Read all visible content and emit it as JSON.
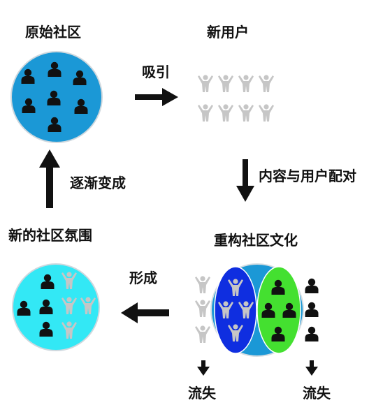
{
  "labels": {
    "original_community": "原始社区",
    "new_users": "新用户",
    "attract": "吸引",
    "content_user_matching": "内容与用户配对",
    "gradually_becomes": "逐渐变成",
    "new_community_atmosphere": "新的社区氛围",
    "rebuild_community_culture": "重构社区文化",
    "formed": "形成",
    "churn_left": "流失",
    "churn_right": "流失"
  },
  "colors": {
    "original_circle": "#1b98d6",
    "new_circle": "#33e8f5",
    "venn_back": "#1b98d6",
    "venn_blue": "#0f2ee0",
    "venn_green": "#44e030",
    "user_dark": "#111111",
    "user_light": "#c6c6c6",
    "arrow": "#111111"
  },
  "icons": {
    "dark_user": "person-silhouette-icon",
    "light_user": "person-arms-up-icon",
    "arrow": "thick-arrow-icon"
  }
}
